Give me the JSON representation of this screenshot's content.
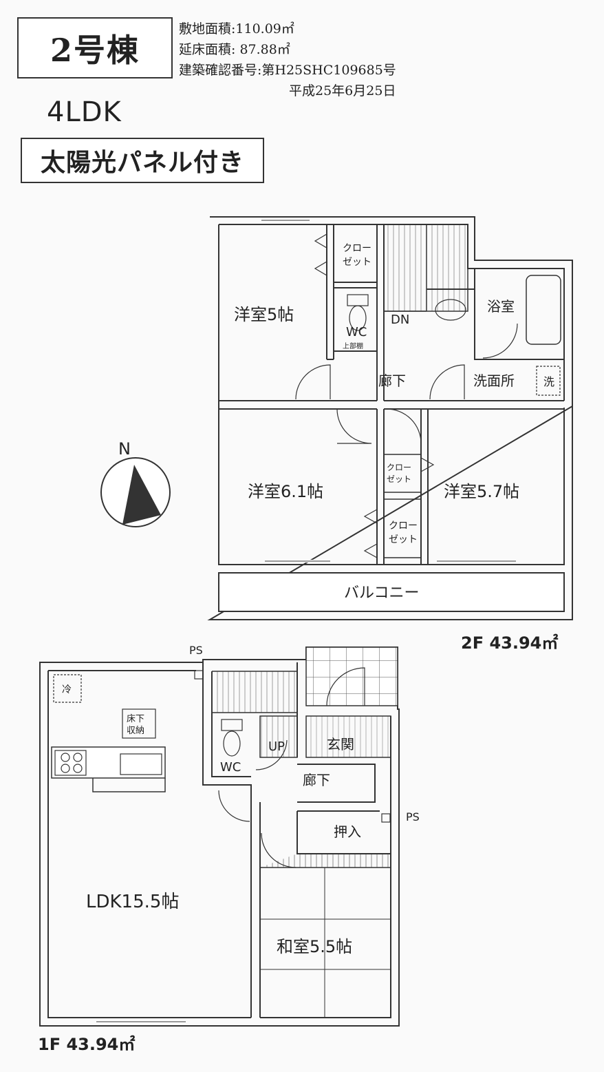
{
  "header": {
    "building": "2号棟",
    "site_area": "敷地面積:110.09㎡",
    "floor_area": "延床面積: 87.88㎡",
    "permit_no": "建築確認番号:第H25SHC109685号",
    "permit_date": "平成25年6月25日",
    "layout": "4LDK",
    "feature": "太陽光パネル付き"
  },
  "floor2": {
    "area_label": "2F 43.94㎡",
    "rooms": {
      "bed_nw": "洋室5帖",
      "closet_nw": [
        "クロー",
        "ゼット"
      ],
      "wc": "WC",
      "upper_shelf": "上部棚",
      "dn": "DN",
      "bath": "浴室",
      "hall": "廊下",
      "washroom": "洗面所",
      "washer": "洗",
      "bed_sw": "洋室6.1帖",
      "closet_mid_top": [
        "クロー",
        "ゼット"
      ],
      "closet_mid_bottom": [
        "クロー",
        "ゼット"
      ],
      "bed_se": "洋室5.7帖",
      "balcony": "バルコニー"
    }
  },
  "floor1": {
    "area_label": "1F 43.94㎡",
    "rooms": {
      "ps_top": "PS",
      "fridge": "冷",
      "underfloor": [
        "床下",
        "収納"
      ],
      "wc": "WC",
      "up": "UP",
      "entrance": "玄関",
      "hall": "廊下",
      "ps_right": "PS",
      "oshiire": "押入",
      "ldk": "LDK15.5帖",
      "washitsu": "和室5.5帖"
    }
  },
  "compass": {
    "north_label": "N"
  }
}
